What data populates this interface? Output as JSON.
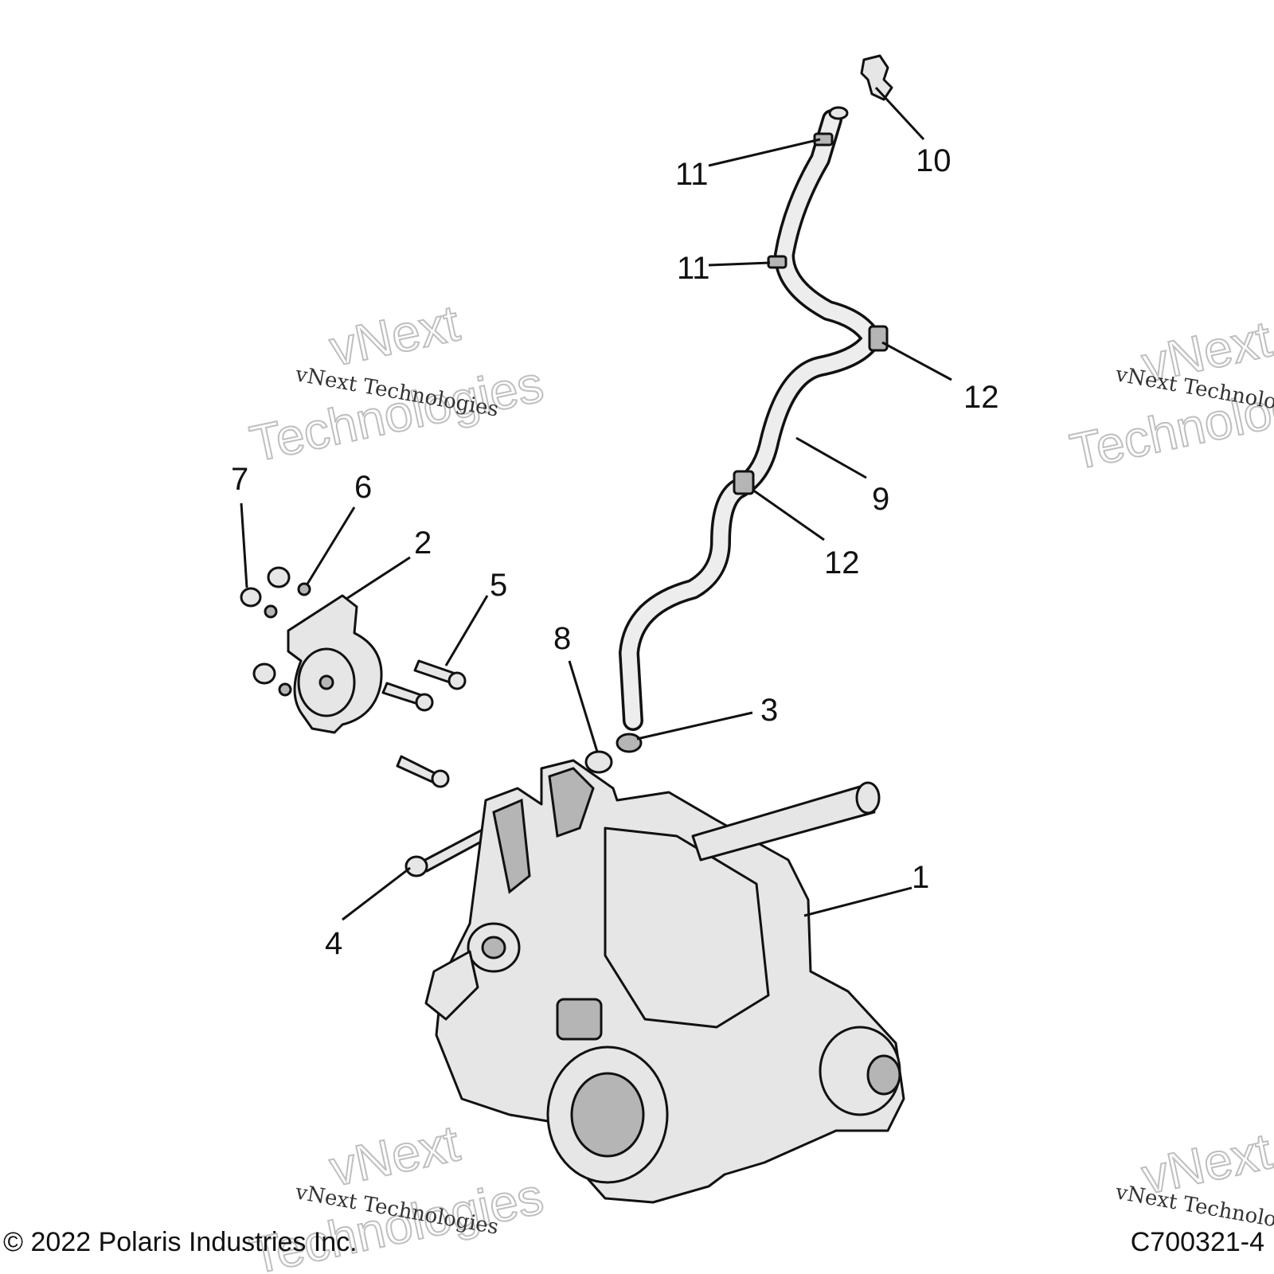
{
  "callouts": [
    {
      "id": "1",
      "label": "1"
    },
    {
      "id": "2",
      "label": "2"
    },
    {
      "id": "3",
      "label": "3"
    },
    {
      "id": "4",
      "label": "4"
    },
    {
      "id": "5",
      "label": "5"
    },
    {
      "id": "6",
      "label": "6"
    },
    {
      "id": "7",
      "label": "7"
    },
    {
      "id": "8",
      "label": "8"
    },
    {
      "id": "9",
      "label": "9"
    },
    {
      "id": "10",
      "label": "10"
    },
    {
      "id": "11a",
      "label": "11"
    },
    {
      "id": "11b",
      "label": "11"
    },
    {
      "id": "12a",
      "label": "12"
    },
    {
      "id": "12b",
      "label": "12"
    }
  ],
  "watermark": {
    "line1": "vNext",
    "line2": "Technologies",
    "small": "vNext Technologies"
  },
  "footer": {
    "copyright": "© 2022 Polaris Industries Inc.",
    "figure_code": "C700321-4"
  },
  "colors": {
    "line": "#111111",
    "part_fill": "#e6e6e6",
    "shade": "#b5b5b5",
    "watermark": "#bfbfbf"
  }
}
